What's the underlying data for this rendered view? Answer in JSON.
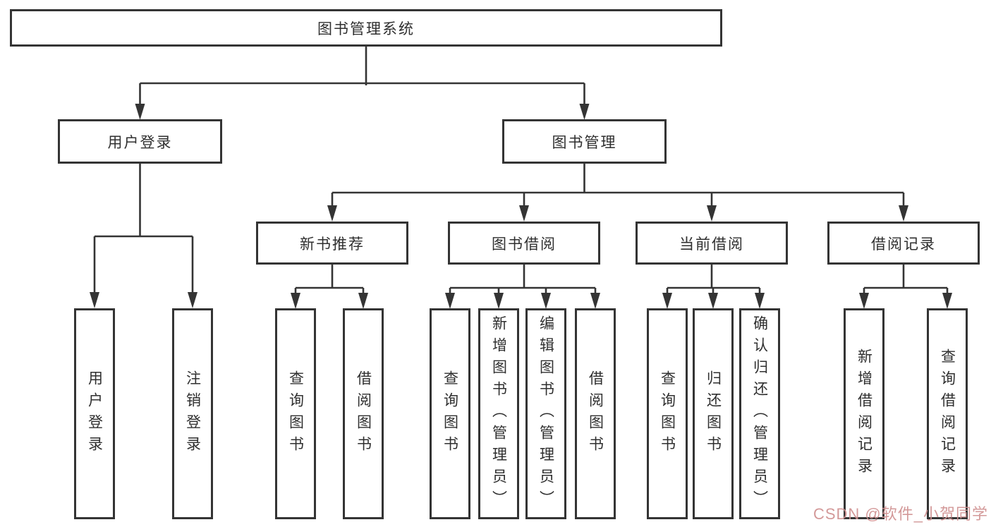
{
  "colors": {
    "line": "#343434",
    "box_border": "#343434",
    "text": "#2f2f2f",
    "background": "#ffffff",
    "watermark": "#cf8e8e"
  },
  "nodes": {
    "root": {
      "label": "图书管理系统"
    },
    "level2": [
      {
        "label": "用户登录"
      },
      {
        "label": "图书管理"
      }
    ],
    "level3": [
      {
        "label": "新书推荐"
      },
      {
        "label": "图书借阅"
      },
      {
        "label": "当前借阅"
      },
      {
        "label": "借阅记录"
      }
    ],
    "leaves": [
      {
        "label": "用户登录"
      },
      {
        "label": "注销登录"
      },
      {
        "label": "查询图书"
      },
      {
        "label": "借阅图书"
      },
      {
        "label": "查询图书"
      },
      {
        "label": "新增图书（管理员）"
      },
      {
        "label": "编辑图书（管理员）"
      },
      {
        "label": "借阅图书"
      },
      {
        "label": "查询图书"
      },
      {
        "label": "归还图书"
      },
      {
        "label": "确认归还（管理员）"
      },
      {
        "label": "新增借阅记录"
      },
      {
        "label": "查询借阅记录"
      }
    ]
  },
  "watermark": {
    "text": "CSDN @软件_小贺同学"
  }
}
